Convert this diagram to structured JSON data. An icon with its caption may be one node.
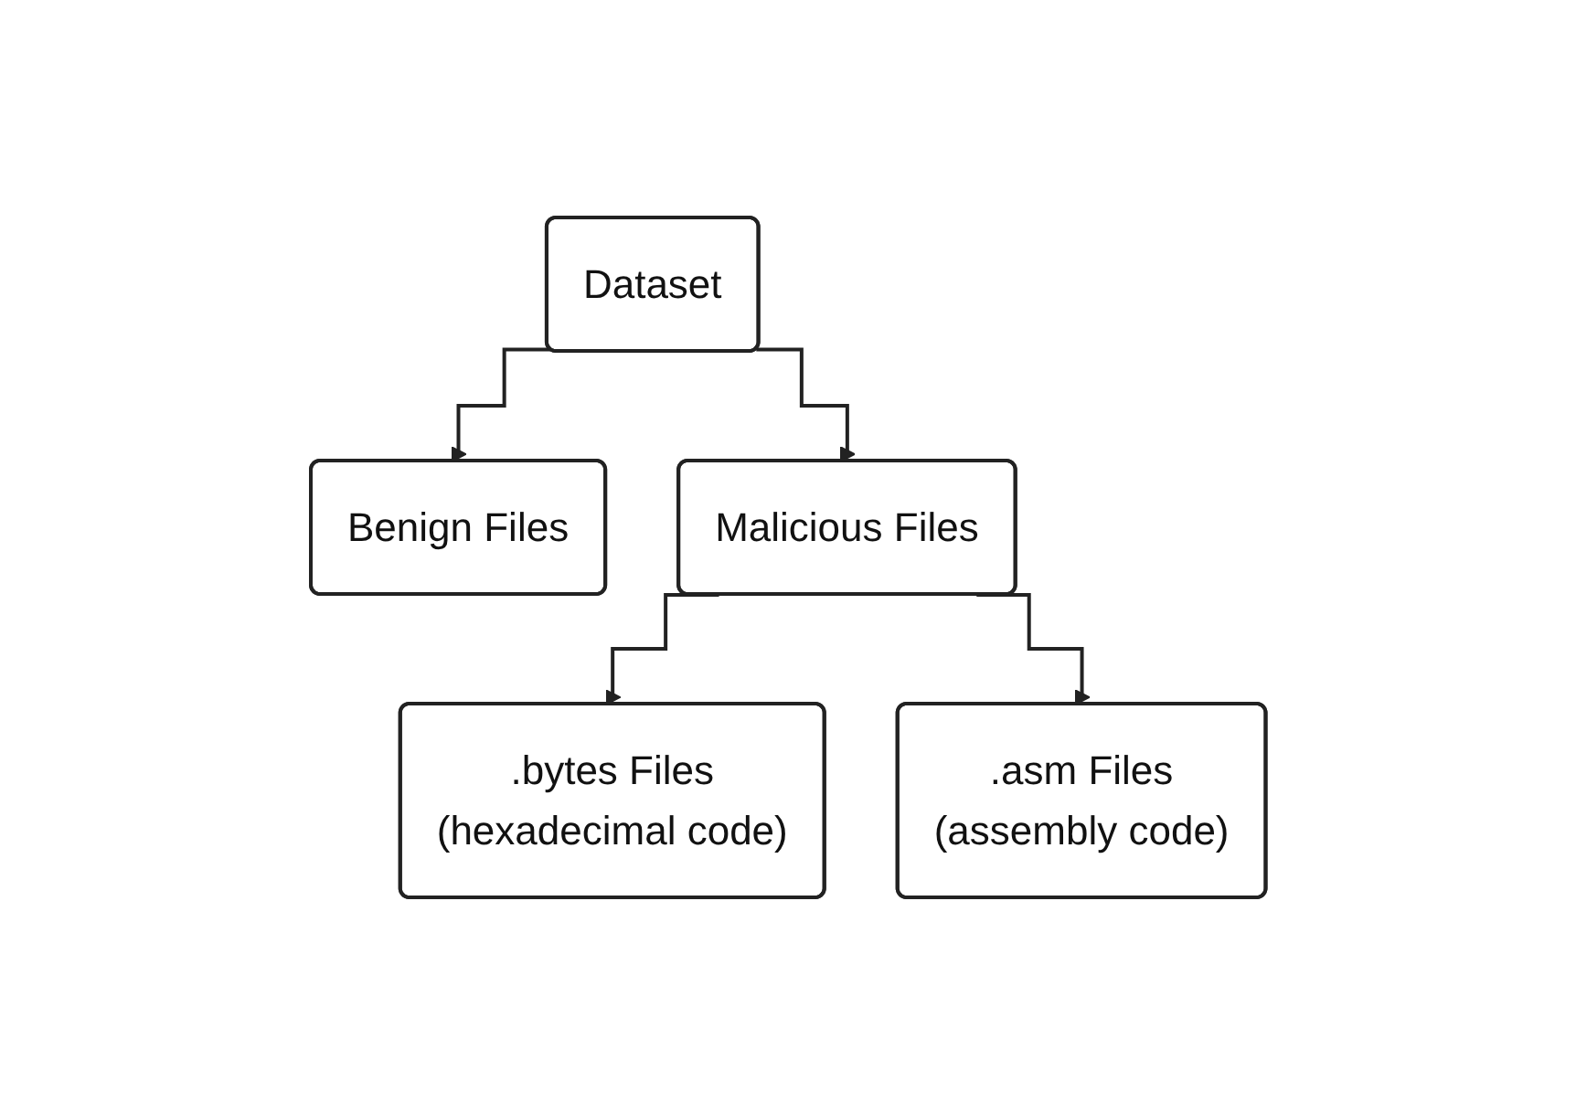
{
  "diagram": {
    "nodes": [
      {
        "text": [
          "Dataset"
        ]
      },
      {
        "text": [
          "Benign Files"
        ]
      },
      {
        "text": [
          "Malicious Files"
        ]
      },
      {
        "text": [
          ".bytes Files",
          "(hexadecimal code)"
        ]
      },
      {
        "text": [
          ".asm Files",
          "(assembly code)"
        ]
      }
    ],
    "edges": [
      {
        "from": 0,
        "to": 1,
        "arrow": "to"
      },
      {
        "from": 0,
        "to": 2,
        "arrow": "to"
      },
      {
        "from": 2,
        "to": 3,
        "arrow": "to"
      },
      {
        "from": 2,
        "to": 4,
        "arrow": "to"
      }
    ]
  }
}
